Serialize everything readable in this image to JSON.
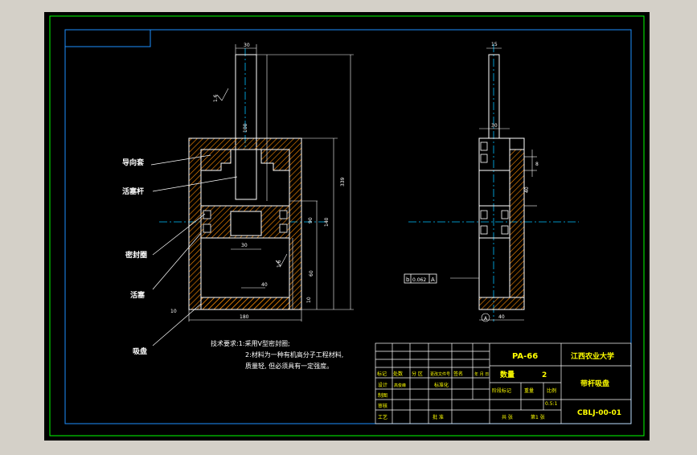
{
  "colors": {
    "window_bg": "#d4d0c8",
    "drawing_bg": "#000000",
    "outer_border": "#00ff00",
    "inner_border": "#1e90ff",
    "outline": "#ffffff",
    "hatch": "#ff8c00",
    "dimension": "#ffffff",
    "centerline": "#00bfff",
    "title_text": "#ffff00"
  },
  "labels": {
    "guide_sleeve": "导向套",
    "piston_rod": "活塞杆",
    "seal_ring": "密封圈",
    "piston": "活塞",
    "suction_cup": "吸盘"
  },
  "tech_requirements": {
    "line1": "技术要求:1:采用V型密封圈;",
    "line2": "2:材料为一种有机高分子工程材料,",
    "line3": "质量轻, 但必须具有一定强度。"
  },
  "dims": {
    "d30_top": "30",
    "d100_left": "100",
    "d339": "339",
    "d140": "140",
    "d90": "90",
    "d30_mid": "30",
    "d40": "40",
    "d60": "60",
    "d10_right": "10",
    "d10_bottom_left": "10",
    "d180": "180",
    "rough_top": "1.6",
    "rough_mid": "1.6",
    "d15_side": "15",
    "d30_side": "30",
    "d8_side": "8",
    "d40_side": "40",
    "d40_side_bottom": "40",
    "datum": "A"
  },
  "tolerance": {
    "symbol": "b",
    "value": "0.062",
    "datum": "A"
  },
  "title_block": {
    "drawing_code": "PA-66",
    "university": "江西农业大学",
    "quantity_label": "数量",
    "quantity_value": "2",
    "part_name": "带杆吸盘",
    "drawing_number": "CBLJ-00-01",
    "stage_label": "阶段标记",
    "weight_label": "重量",
    "scale_label": "比例",
    "scale_value": "0.5:1",
    "sheets": "共 张",
    "sheet_no": "第1 张",
    "row_mark": "标记",
    "row_count": "处数",
    "row_zone": "分 区",
    "row_change": "更改文件号",
    "row_sign": "签名",
    "row_date": "年 月 日",
    "designer": "设计",
    "designer_name": "高俊峰",
    "standard": "标准化",
    "drafter": "制图",
    "reviewer": "审核",
    "process": "工艺",
    "approve": "批 准"
  }
}
